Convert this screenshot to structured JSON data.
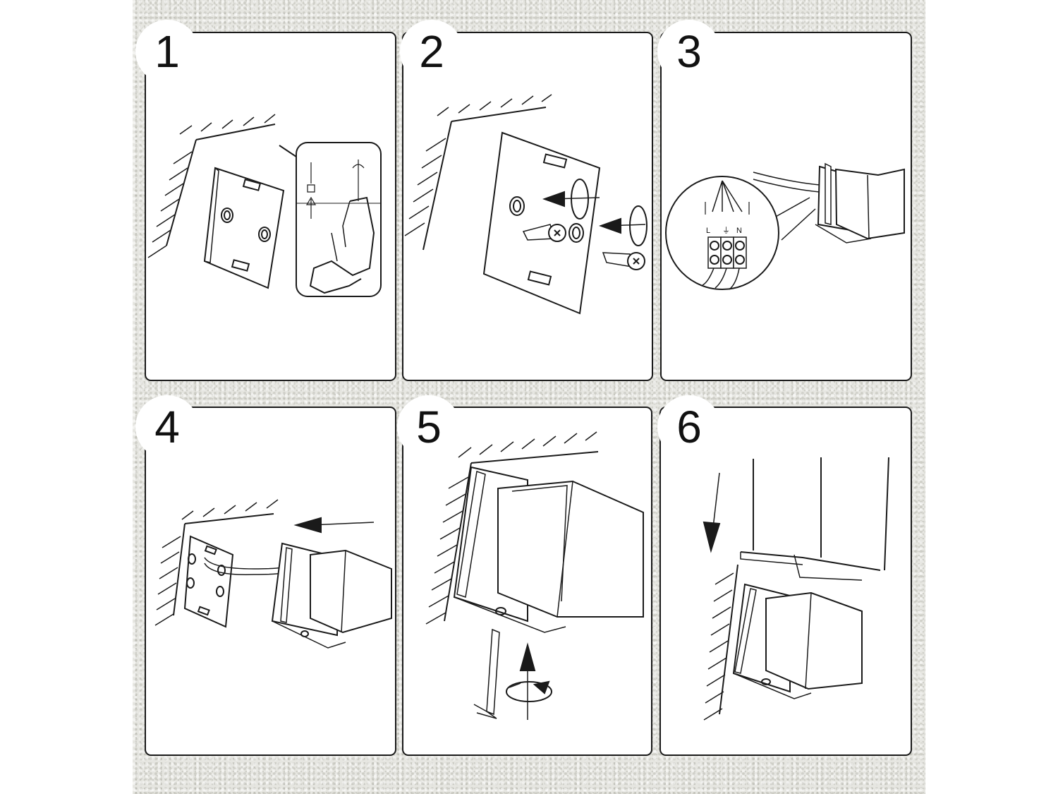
{
  "steps": [
    {
      "number": "1",
      "icon": "mark-and-drill-holes-icon"
    },
    {
      "number": "2",
      "icon": "insert-plugs-and-screws-icon"
    },
    {
      "number": "3",
      "icon": "wiring-connection-icon"
    },
    {
      "number": "4",
      "icon": "connect-lamp-to-bracket-icon"
    },
    {
      "number": "5",
      "icon": "tighten-hex-screw-icon"
    },
    {
      "number": "6",
      "icon": "slide-cover-on-icon"
    }
  ],
  "terminal_labels": {
    "live": "L",
    "earth": "⏚",
    "neutral": "N"
  },
  "colors": {
    "line": "#1a1a1a",
    "panel": "#ffffff",
    "background": "#e6e6e1"
  }
}
